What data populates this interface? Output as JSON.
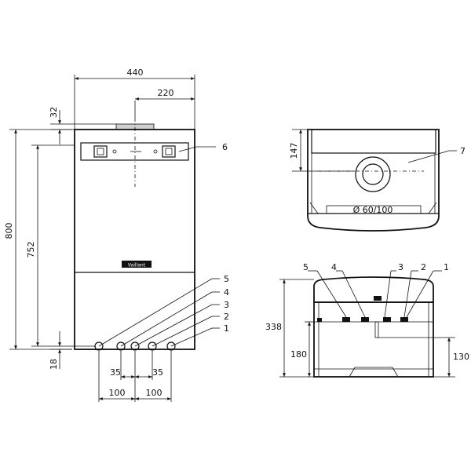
{
  "front_view": {
    "dims": {
      "width_total": "440",
      "width_half": "220",
      "top_offset": "32",
      "height_total": "800",
      "height_inner": "752",
      "bottom_offset": "18",
      "spacing_left": "35",
      "spacing_right": "35",
      "pitch_left": "100",
      "pitch_right": "100"
    },
    "callouts": [
      "5",
      "4",
      "3",
      "2",
      "1"
    ],
    "bracket_callout": "6",
    "brand_plate": "Vaillant"
  },
  "top_view": {
    "dims": {
      "depth_to_flue": "147"
    },
    "flue_label": "Ø 60/100",
    "flue_callout": "7"
  },
  "bottom_view": {
    "dims": {
      "overall_depth": "338",
      "conn_depth_a": "180",
      "conn_depth_b": "130"
    },
    "callouts": [
      "5",
      "4",
      "3",
      "2",
      "1"
    ]
  }
}
